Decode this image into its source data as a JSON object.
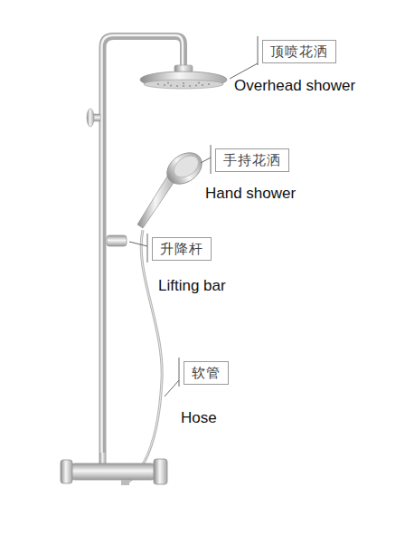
{
  "diagram": {
    "nodes": [
      {
        "text": [
          "顶喷花洒"
        ]
      },
      {
        "text": [
          "手持花洒"
        ]
      },
      {
        "text": [
          "升降杆"
        ]
      },
      {
        "text": [
          "软管"
        ]
      }
    ],
    "labels": [
      "Overhead shower",
      "Hand shower",
      "Lifting bar",
      "Hose"
    ]
  }
}
